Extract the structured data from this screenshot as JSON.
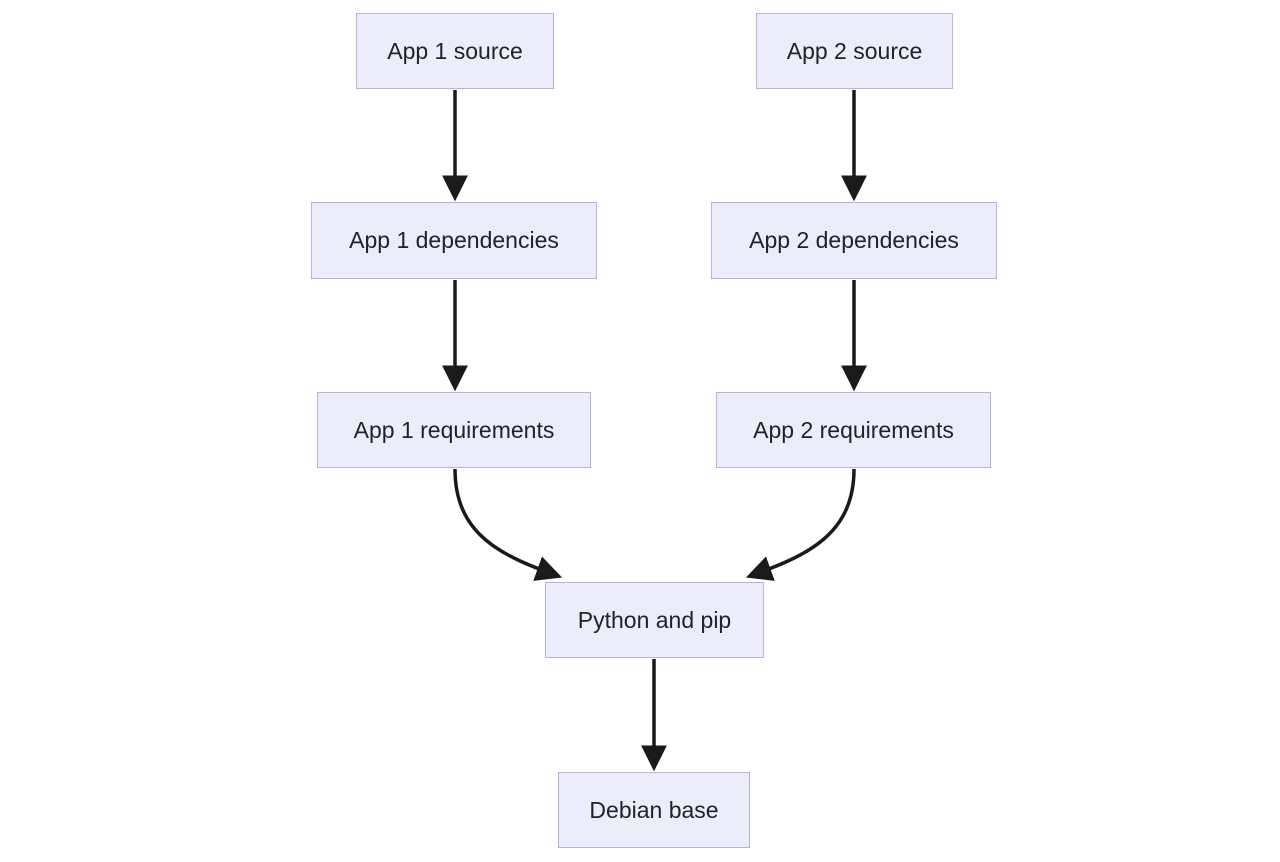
{
  "diagram": {
    "type": "flowchart",
    "direction": "top-down",
    "colors": {
      "background": "#ffffff",
      "node_fill": "#ececfa",
      "node_border": "#b4b4dc",
      "edge": "#1a1a1a",
      "text": "#22222e"
    },
    "nodes": [
      {
        "id": "app1-source",
        "label": "App 1 source"
      },
      {
        "id": "app2-source",
        "label": "App 2 source"
      },
      {
        "id": "app1-dependencies",
        "label": "App 1 dependencies"
      },
      {
        "id": "app2-dependencies",
        "label": "App 2 dependencies"
      },
      {
        "id": "app1-requirements",
        "label": "App 1 requirements"
      },
      {
        "id": "app2-requirements",
        "label": "App 2 requirements"
      },
      {
        "id": "python-pip",
        "label": "Python and pip"
      },
      {
        "id": "debian-base",
        "label": "Debian base"
      }
    ],
    "edges": [
      {
        "from": "app1-source",
        "to": "app1-dependencies",
        "style": "arrow"
      },
      {
        "from": "app2-source",
        "to": "app2-dependencies",
        "style": "arrow"
      },
      {
        "from": "app1-dependencies",
        "to": "app1-requirements",
        "style": "arrow"
      },
      {
        "from": "app2-dependencies",
        "to": "app2-requirements",
        "style": "arrow"
      },
      {
        "from": "app1-requirements",
        "to": "python-pip",
        "style": "arrow-curved"
      },
      {
        "from": "app2-requirements",
        "to": "python-pip",
        "style": "arrow-curved"
      },
      {
        "from": "python-pip",
        "to": "debian-base",
        "style": "arrow"
      }
    ]
  }
}
